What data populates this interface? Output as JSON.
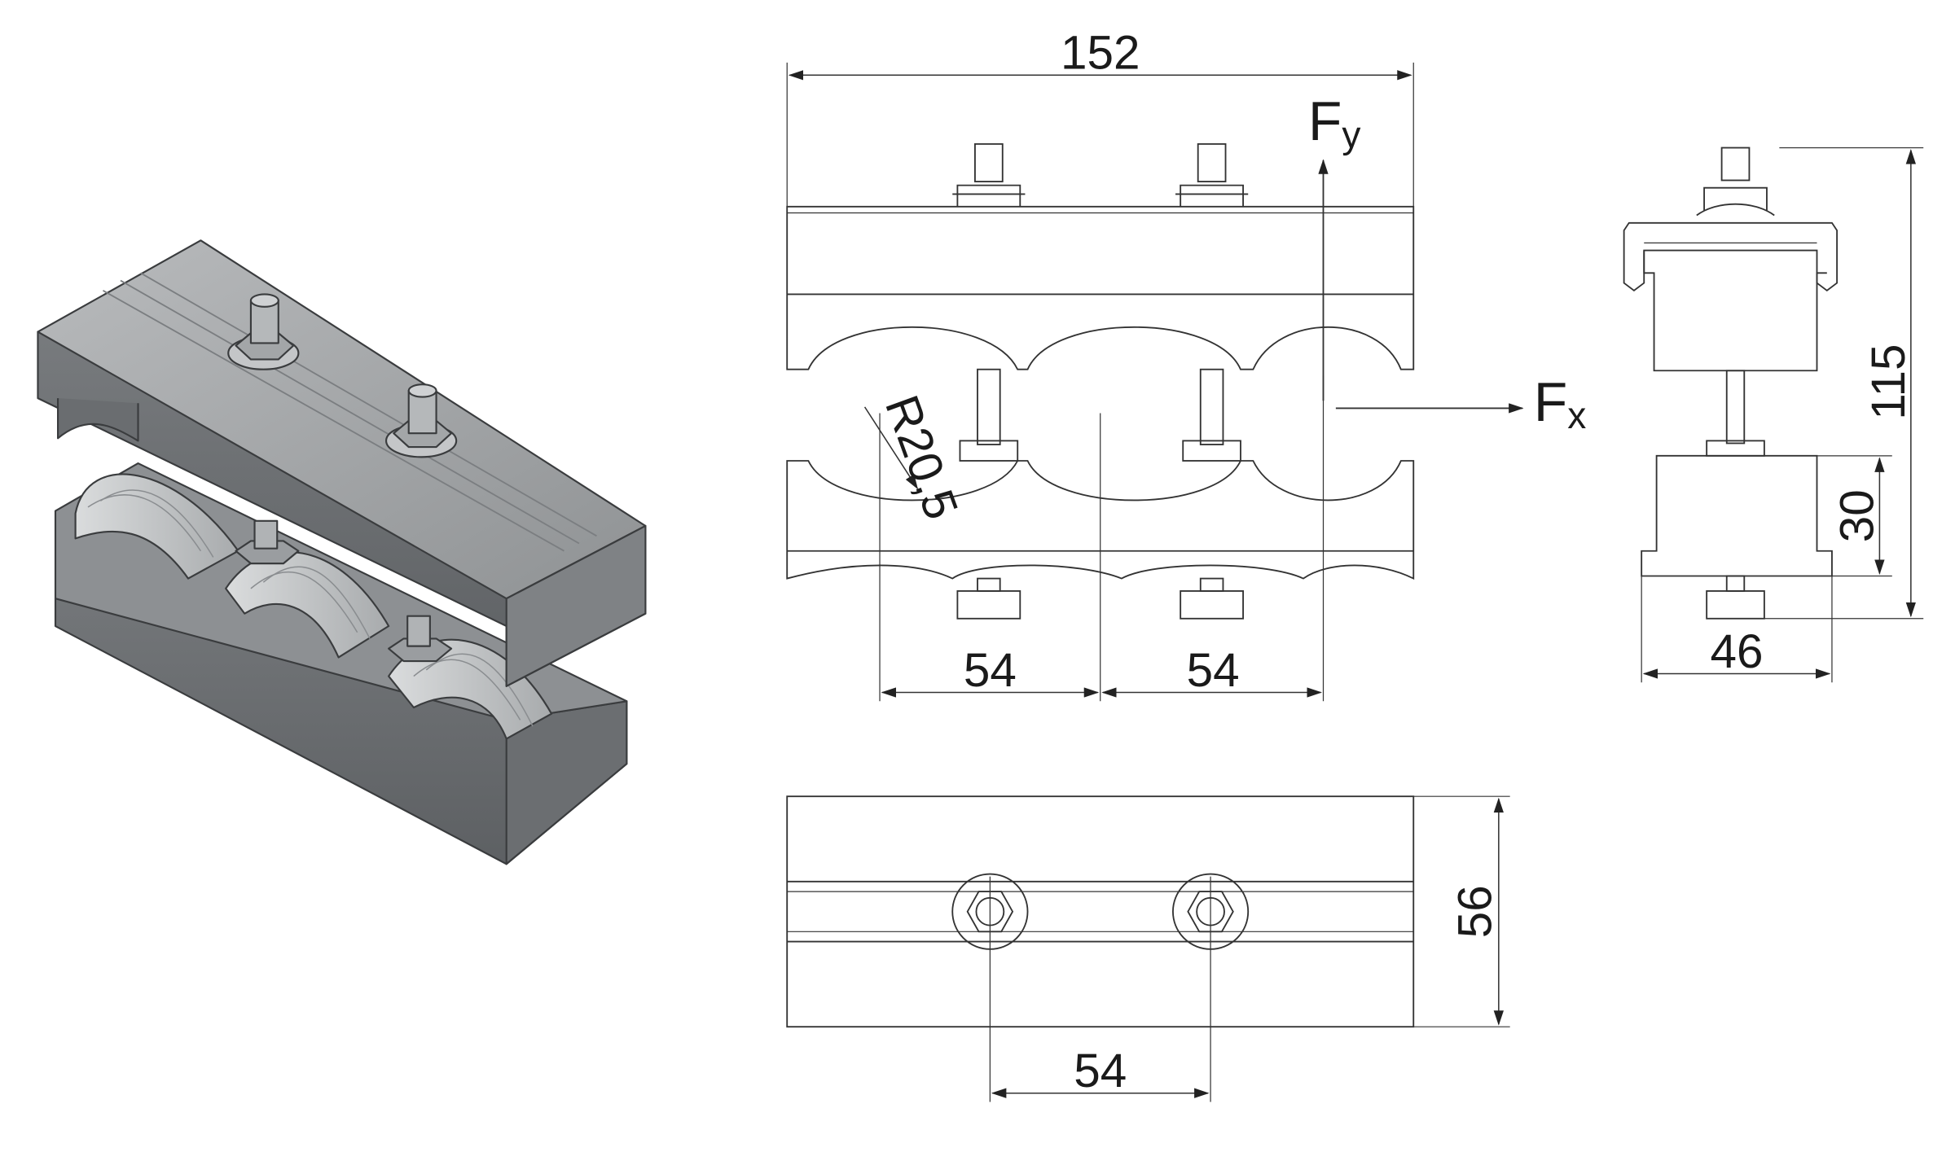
{
  "dimensions": {
    "front_width": "152",
    "front_pitch_left": "54",
    "front_pitch_right": "54",
    "radius": "R20,5",
    "side_height": "115",
    "side_base_height": "30",
    "side_width": "46",
    "top_depth": "56",
    "top_pitch": "54"
  },
  "forces": {
    "fy_main": "F",
    "fy_sub": "y",
    "fx_main": "F",
    "fx_sub": "x"
  }
}
